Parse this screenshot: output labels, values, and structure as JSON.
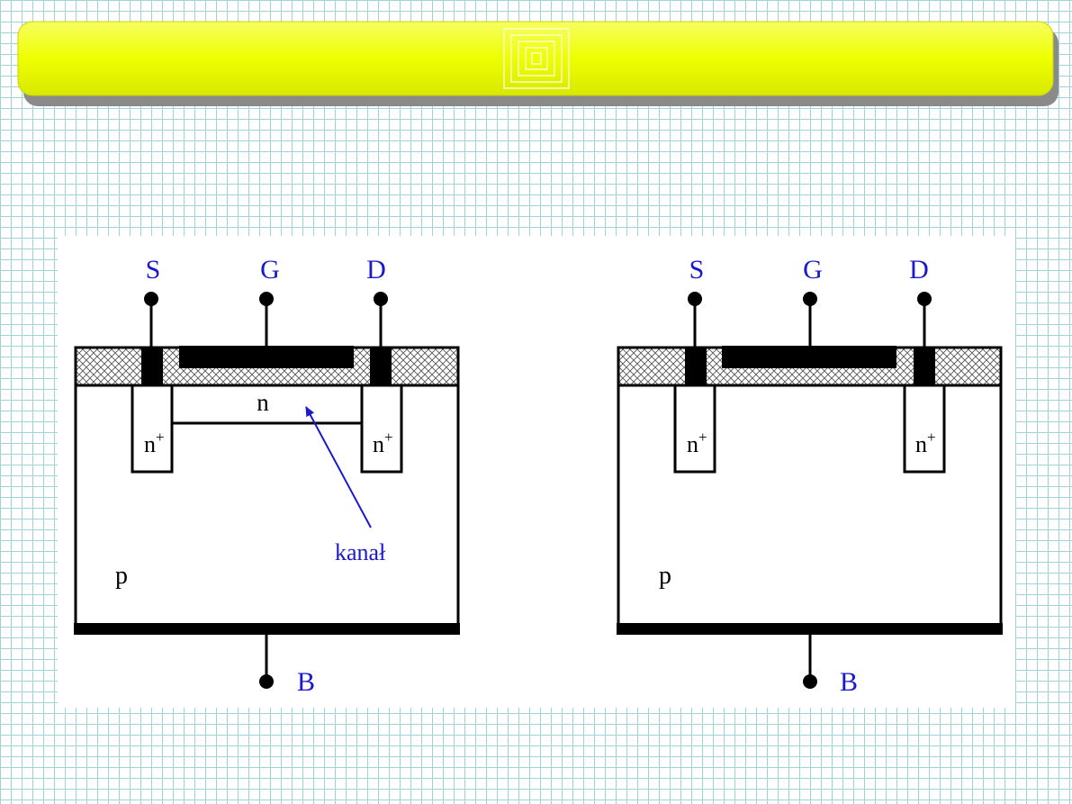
{
  "colors": {
    "title_bar": "#eeff00",
    "terminal_label": "#1a1acc",
    "annotation": "#1a1acc",
    "region_label": "#000000"
  },
  "left_device": {
    "terminals": {
      "source": "S",
      "gate": "G",
      "drain": "D",
      "bulk": "B"
    },
    "source_region": "n",
    "source_sup": "+",
    "drain_region": "n",
    "drain_sup": "+",
    "channel": "n",
    "substrate": "p",
    "annotation": "kanał"
  },
  "right_device": {
    "terminals": {
      "source": "S",
      "gate": "G",
      "drain": "D",
      "bulk": "B"
    },
    "source_region": "n",
    "source_sup": "+",
    "drain_region": "n",
    "drain_sup": "+",
    "substrate": "p"
  }
}
